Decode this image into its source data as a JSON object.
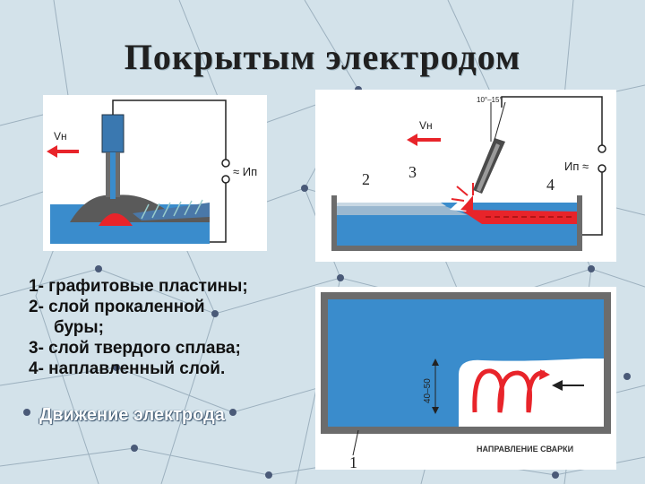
{
  "title": "Покрытым электродом",
  "diagram1": {
    "velocity_label": "Vн",
    "current_label": "≈ Ип"
  },
  "diagram2": {
    "velocity_label": "Vн",
    "current_label": "Ип ≈",
    "angle_label": "10°–15°",
    "markers": [
      "2",
      "3",
      "4"
    ]
  },
  "diagram3": {
    "dimension_label": "40–50",
    "direction_label": "НАПРАВЛЕНИЕ СВАРКИ",
    "marker": "1"
  },
  "legend": {
    "items": [
      "1- графитовые пластины;",
      "2- слой прокаленной",
      "буры;",
      "3- слой твердого сплава;",
      "4- наплавленный слой."
    ],
    "motion_label": "Движение электрода"
  },
  "colors": {
    "water_blue": "#3a8ccc",
    "melt_red": "#e8242a",
    "graphite": "#6c6c6c",
    "accent_white": "#ffffff"
  }
}
